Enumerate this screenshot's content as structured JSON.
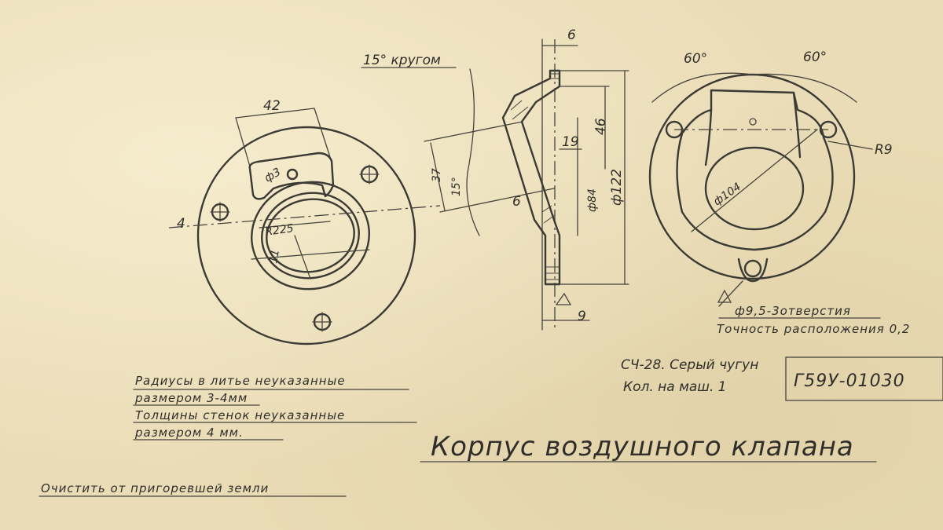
{
  "dimensions": {
    "d42": "42",
    "phi3": "ф3",
    "left_4": "4",
    "r225": "R225",
    "d11": "11",
    "angle15_note": "15° кругом",
    "d6_top": "6",
    "d37": "37",
    "angle15": "15°",
    "d19": "19",
    "d46": "46",
    "d6_mid": "6",
    "phi84": "ф84",
    "phi122": "ф122",
    "d9": "9",
    "angle60_left": "60°",
    "angle60_right": "60°",
    "r9": "R9",
    "phi104": "ф104"
  },
  "hole_note": {
    "line1": "ф9,5-3отверстия",
    "line2": "Точность расположения 0,2"
  },
  "material": {
    "line1": "СЧ-28. Серый чугун",
    "line2": "Кол. на маш. 1"
  },
  "part_code": "Г59У-01030",
  "notes": {
    "line1": "Радиусы в литье неуказанные",
    "line2": "размером 3-4мм",
    "line3": "Толщины стенок неуказанные",
    "line4": "размером 4 мм."
  },
  "title": "Корпус воздушного клапана",
  "cleaning_note": "Очистить от пригоревшей земли"
}
